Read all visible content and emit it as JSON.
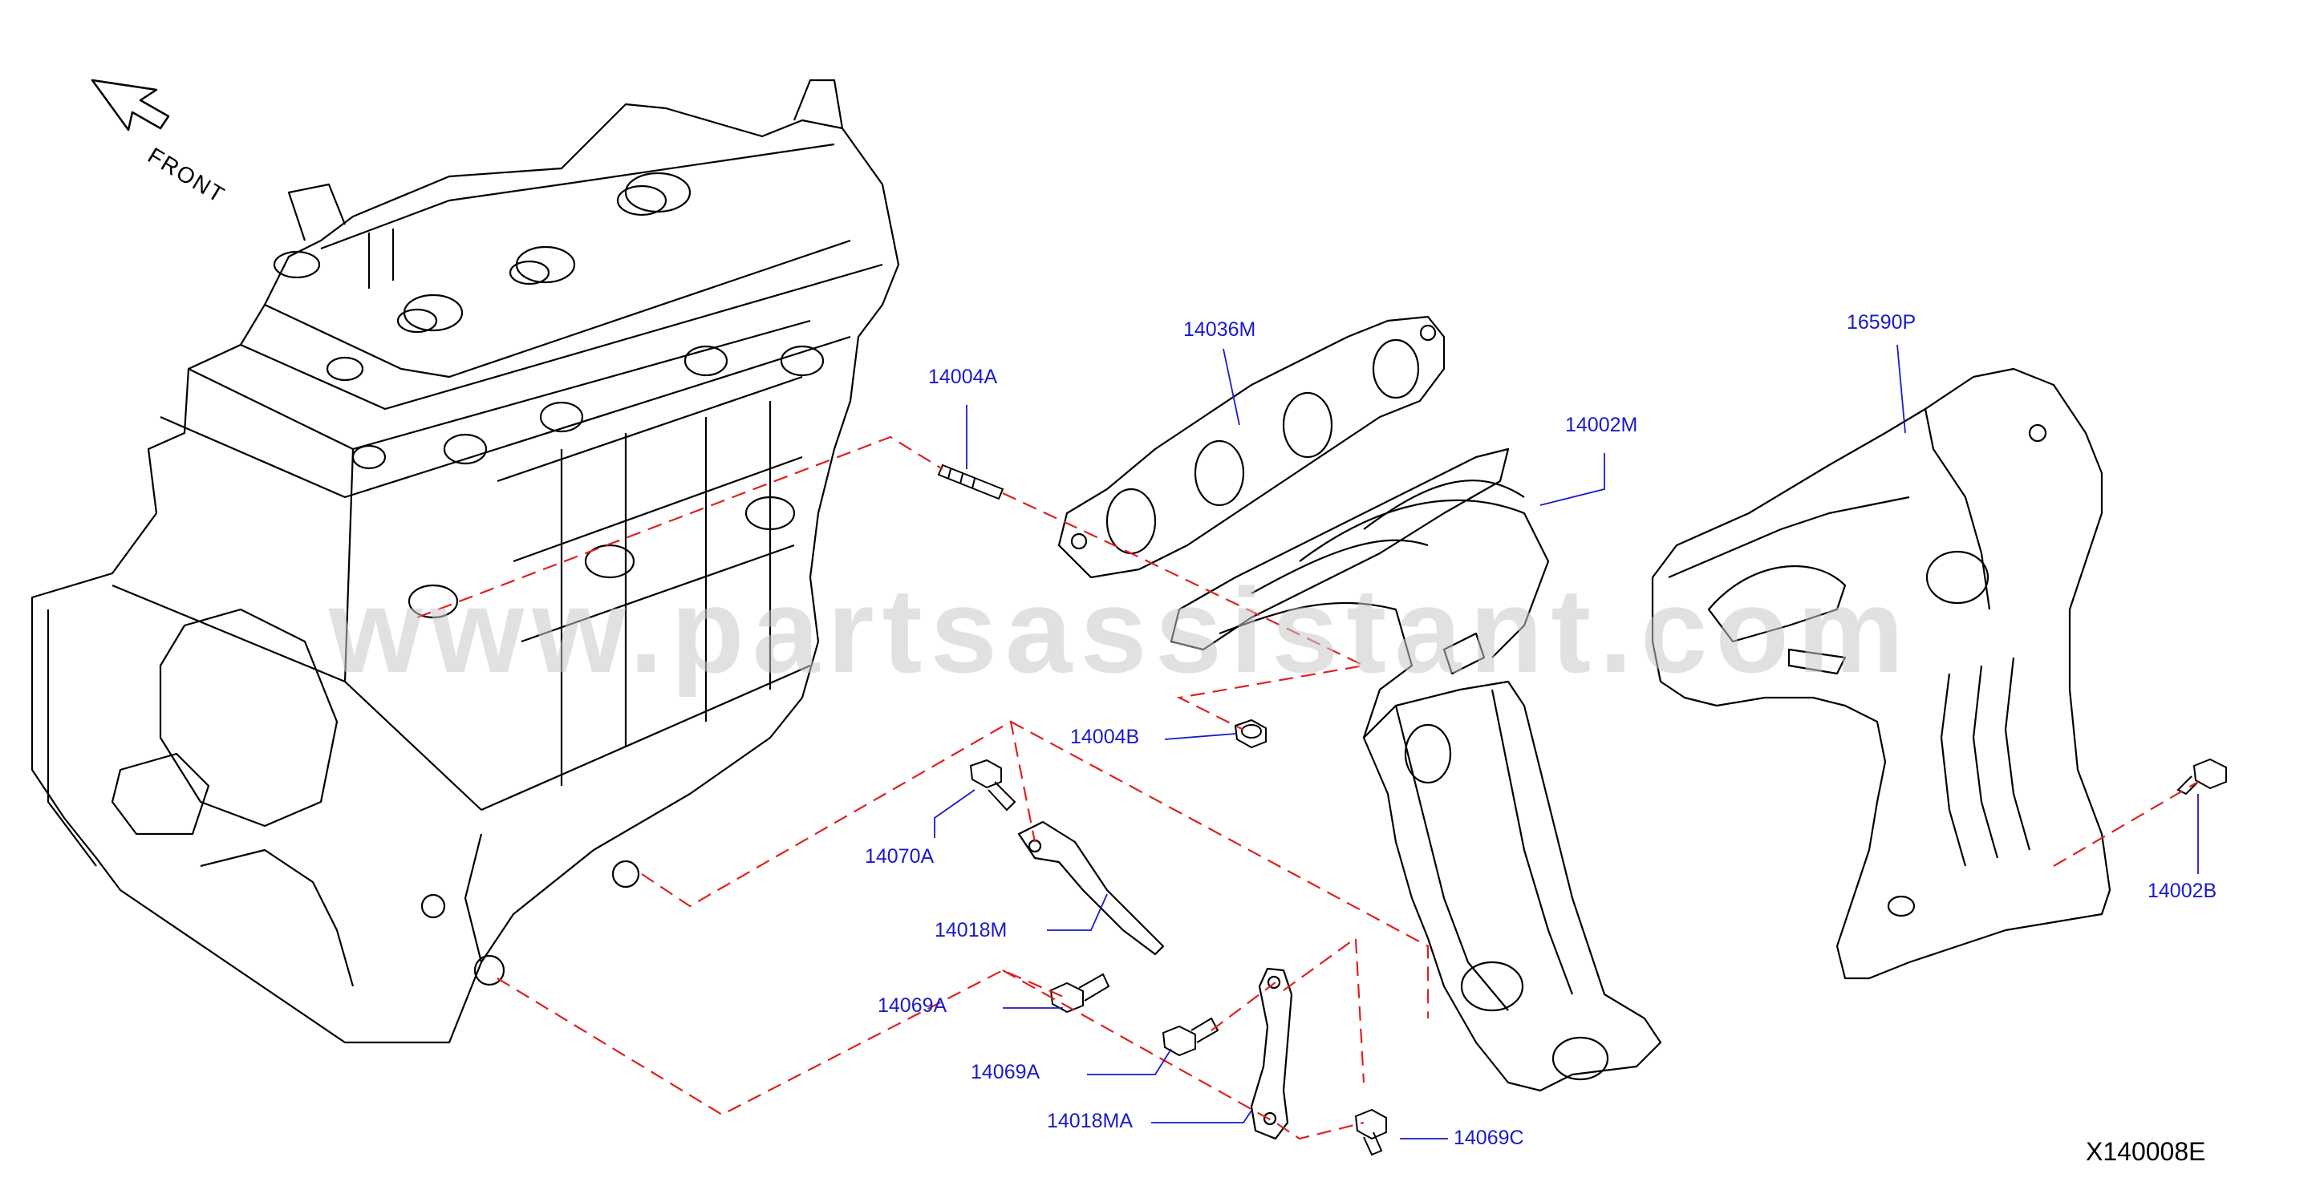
{
  "watermark": "www.partsassistant.com",
  "front_label": "FRONT",
  "diagram_id": "X140008E",
  "parts": [
    {
      "number": "14004A"
    },
    {
      "number": "14036M"
    },
    {
      "number": "14002M"
    },
    {
      "number": "16590P"
    },
    {
      "number": "14004B"
    },
    {
      "number": "14070A"
    },
    {
      "number": "14018M"
    },
    {
      "number": "14069A"
    },
    {
      "number": "14069A"
    },
    {
      "number": "14018MA"
    },
    {
      "number": "14069C"
    },
    {
      "number": "14002B"
    }
  ],
  "colors": {
    "label": "#1a1acc",
    "dashed_line": "#e02020",
    "line_art": "#000000"
  }
}
